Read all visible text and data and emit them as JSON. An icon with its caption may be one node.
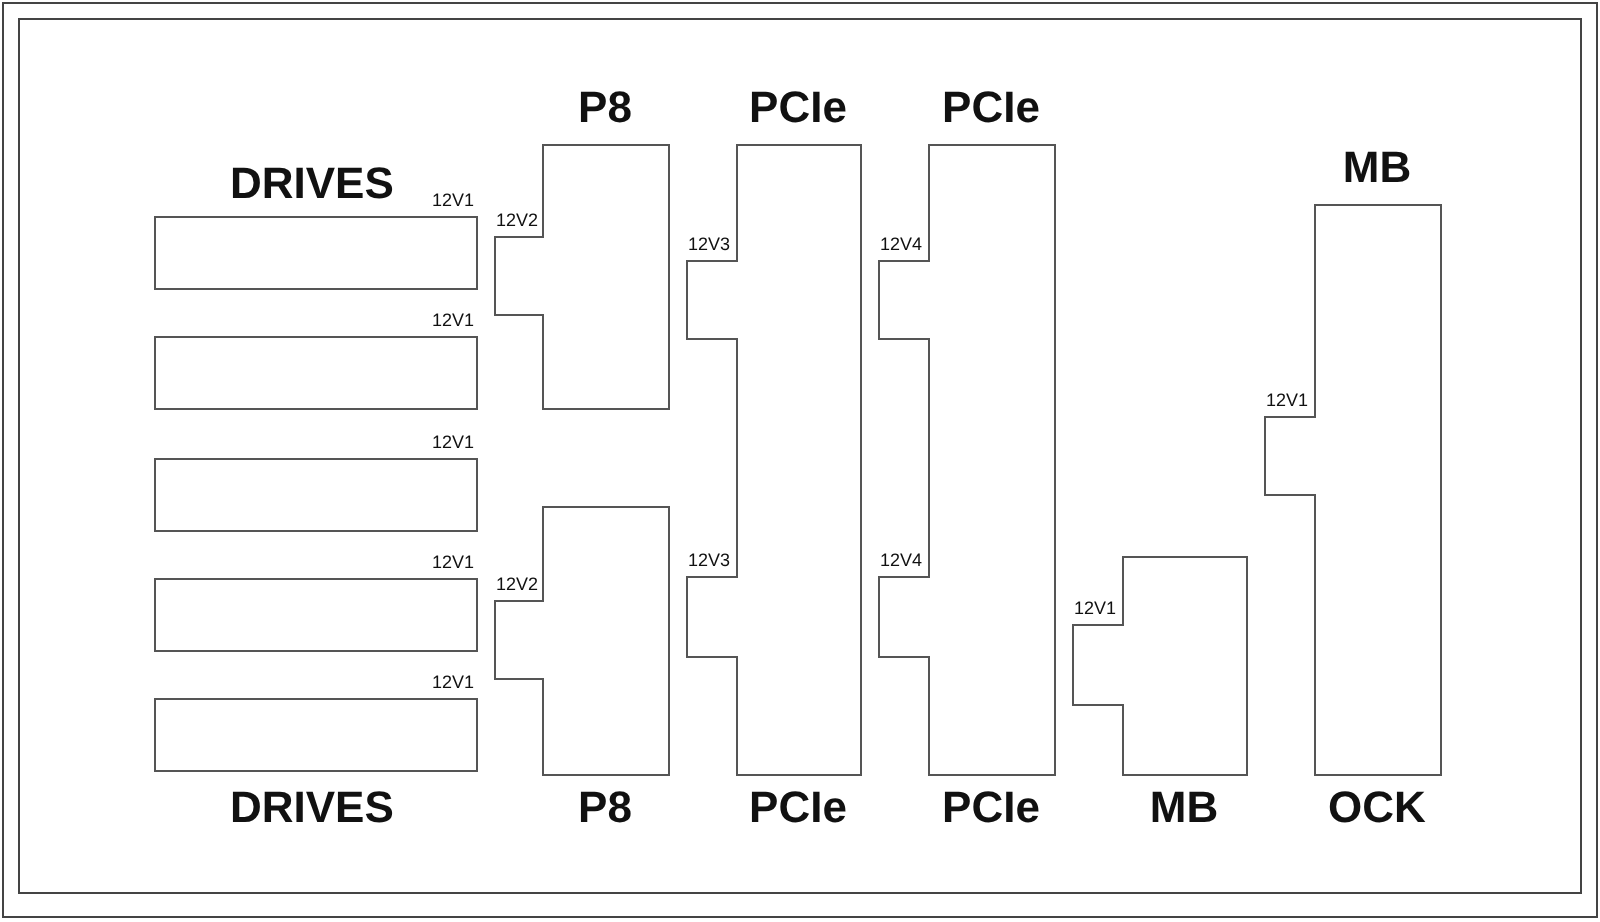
{
  "diagram": {
    "nodes": [
      {
        "text": [
          "12V1"
        ]
      },
      {
        "text": [
          "12V1"
        ]
      },
      {
        "text": [
          "12V1"
        ]
      },
      {
        "text": [
          "12V1"
        ]
      },
      {
        "text": [
          "12V1"
        ]
      },
      {
        "text": [
          "P8",
          "12V2"
        ]
      },
      {
        "text": [
          "12V2",
          "P8"
        ]
      },
      {
        "text": [
          "PCIe",
          "12V3",
          "12V3",
          "PCIe"
        ]
      },
      {
        "text": [
          "PCIe",
          "12V4",
          "12V4",
          "PCIe"
        ]
      },
      {
        "text": [
          "12V1",
          "MB"
        ]
      },
      {
        "text": [
          "MB",
          "12V1",
          "OCK"
        ]
      }
    ],
    "labels": [
      "DRIVES",
      "DRIVES"
    ]
  }
}
